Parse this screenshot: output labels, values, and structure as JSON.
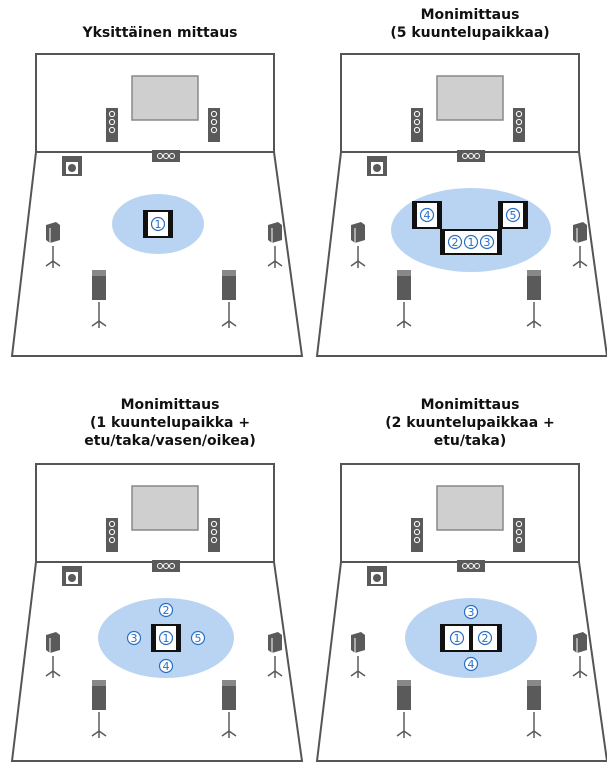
{
  "panels": [
    {
      "title_lines": [
        "Yksittäinen mittaus"
      ],
      "positions": [
        "1"
      ]
    },
    {
      "title_lines": [
        "Monimittaus",
        "(5 kuuntelupaikkaa)"
      ],
      "positions": [
        "4",
        "5",
        "2",
        "1",
        "3"
      ]
    },
    {
      "title_lines": [
        "Monimittaus",
        "(1 kuuntelupaikka +",
        "etu/taka/vasen/oikea)"
      ],
      "positions": [
        "2",
        "3",
        "1",
        "5",
        "4"
      ]
    },
    {
      "title_lines": [
        "Monimittaus",
        "(2 kuuntelupaikkaa +",
        "etu/taka)"
      ],
      "positions": [
        "3",
        "1",
        "2",
        "4"
      ]
    }
  ],
  "colors": {
    "room_outline": "#555555",
    "floor": "#ffffff",
    "wall": "#ffffff",
    "tv": "#cfcfcf",
    "speaker": "#5a5a5a",
    "listening_area": "#b9d4f2",
    "marker": "#2a6fc4"
  }
}
